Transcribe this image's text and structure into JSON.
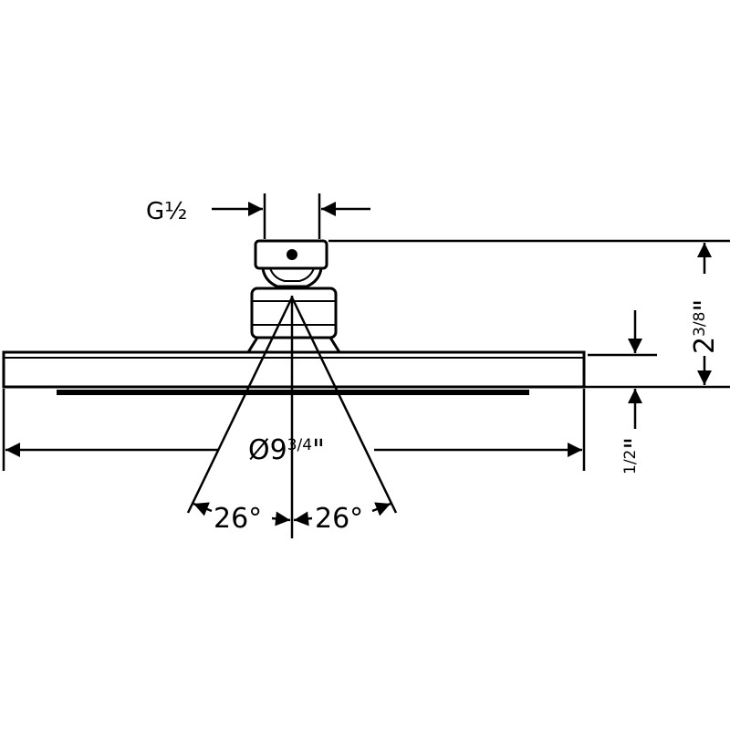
{
  "dimensions": {
    "thread": {
      "letter": "G",
      "numerator": "1",
      "denominator": "2",
      "fraction_glyph": "½"
    },
    "diameter": {
      "symbol": "Ø",
      "whole": "9",
      "numerator": "3",
      "denominator": "4",
      "unit": "\""
    },
    "total_height": {
      "whole": "2",
      "numerator": "3",
      "denominator": "8",
      "unit": "\""
    },
    "plate_thickness": {
      "numerator": "1",
      "denominator": "2",
      "unit": "\""
    },
    "spray_angle_left": "26°",
    "spray_angle_right": "26°"
  },
  "colors": {
    "stroke": "#000000",
    "background": "#ffffff"
  }
}
